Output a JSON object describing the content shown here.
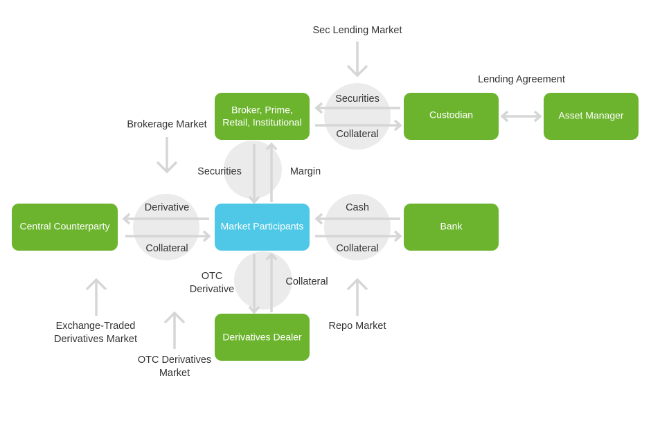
{
  "colors": {
    "green": "#6cb42e",
    "blue": "#4ec8e6",
    "arrow": "#d6d6d6",
    "bubble": "#ebebeb",
    "text": "#333333"
  },
  "nodes": {
    "broker": [
      "Broker, Prime,",
      "Retail, Institutional"
    ],
    "custodian": "Custodian",
    "asset_manager": "Asset Manager",
    "ccp": "Central Counterparty",
    "market_participants": "Market Participants",
    "bank": "Bank",
    "derivatives_dealer": "Derivatives Dealer"
  },
  "flows": {
    "broker_custodian_securities": "Securities",
    "broker_custodian_collateral": "Collateral",
    "broker_mp_securities": "Securities",
    "broker_mp_margin": "Margin",
    "ccp_mp_derivative": "Derivative",
    "ccp_mp_collateral": "Collateral",
    "mp_bank_cash": "Cash",
    "mp_bank_collateral": "Collateral",
    "mp_dealer_otc": [
      "OTC",
      "Derivative"
    ],
    "mp_dealer_collateral": "Collateral"
  },
  "markets": {
    "sec_lending": "Sec Lending Market",
    "lending_agreement": "Lending Agreement",
    "brokerage": "Brokerage Market",
    "exchange_traded": [
      "Exchange-Traded",
      "Derivatives Market"
    ],
    "otc_derivatives": [
      "OTC Derivatives",
      "Market"
    ],
    "repo": "Repo Market"
  }
}
